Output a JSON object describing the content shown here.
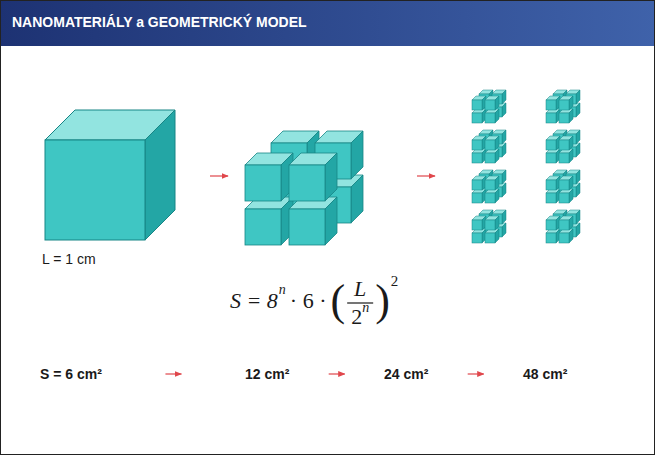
{
  "diagram": {
    "title": "NANOMATERIÁLY a GEOMETRICKÝ MODEL",
    "labels": [
      "L = 1 cm",
      "S = 8",
      "n",
      "· 6 ·",
      "(",
      "L",
      "2",
      "n",
      ")",
      "2",
      "S = 6 cm²",
      "12 cm²",
      "24 cm²",
      "48 cm²"
    ]
  }
}
